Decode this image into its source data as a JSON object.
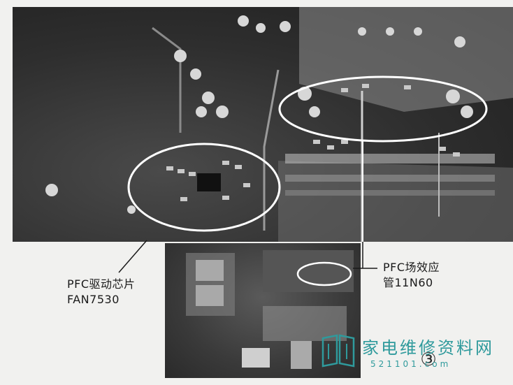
{
  "labels": {
    "pfc_driver": "PFC驱动芯片\nFAN7530",
    "pfc_mosfet": "PFC场效应\n管11N60",
    "figure_number": "③"
  },
  "watermark": {
    "text": "家电维修资料网",
    "url": "521101.com"
  },
  "colors": {
    "outline": "#ffffff",
    "watermark": "#2f9a9c",
    "label_text": "#1a1a1a"
  }
}
